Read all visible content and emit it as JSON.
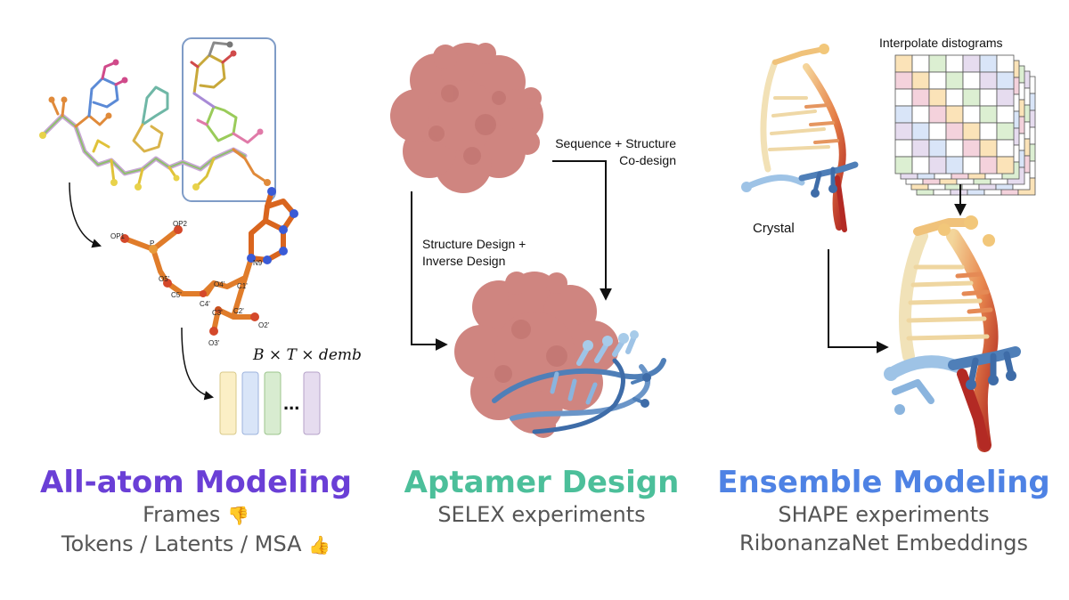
{
  "colors": {
    "allatom": "#6a3fd6",
    "aptamer": "#4cbf9a",
    "ensemble": "#4e82e4",
    "protein": "#cf8580",
    "rna_blue": "#4f7fb8",
    "highlight_box": "#7f9cc7"
  },
  "panels": {
    "allatom": {
      "title": "All-atom Modeling",
      "lines": [
        {
          "text": "Frames",
          "icon": "thumbs-down-icon",
          "glyph": "👎"
        },
        {
          "text": "Tokens / Latents / MSA",
          "icon": "thumbs-up-icon",
          "glyph": "👍"
        }
      ],
      "tensor_label": "B × T × demb",
      "atom_labels": {
        "op1": "OP1",
        "p": "P",
        "op2": "OP2",
        "o5": "O5'",
        "c5": "C5'",
        "o4": "O4'",
        "c1": "C1'",
        "c4": "C4'",
        "c3": "C3'",
        "c2": "C2'",
        "o2": "O2'",
        "o3": "O3'",
        "n9": "N9"
      },
      "ellipsis": "..."
    },
    "aptamer": {
      "title": "Aptamer Design",
      "subtitle": "SELEX experiments",
      "path_right_label_1": "Sequence + Structure",
      "path_right_label_2": "Co-design",
      "path_left_label_1": "Structure Design +",
      "path_left_label_2": "Inverse Design"
    },
    "ensemble": {
      "title": "Ensemble Modeling",
      "subtitle_1": "SHAPE experiments",
      "subtitle_2": "RibonanzaNet Embeddings",
      "distogram_label": "Interpolate distograms",
      "crystal_label": "Crystal"
    }
  }
}
